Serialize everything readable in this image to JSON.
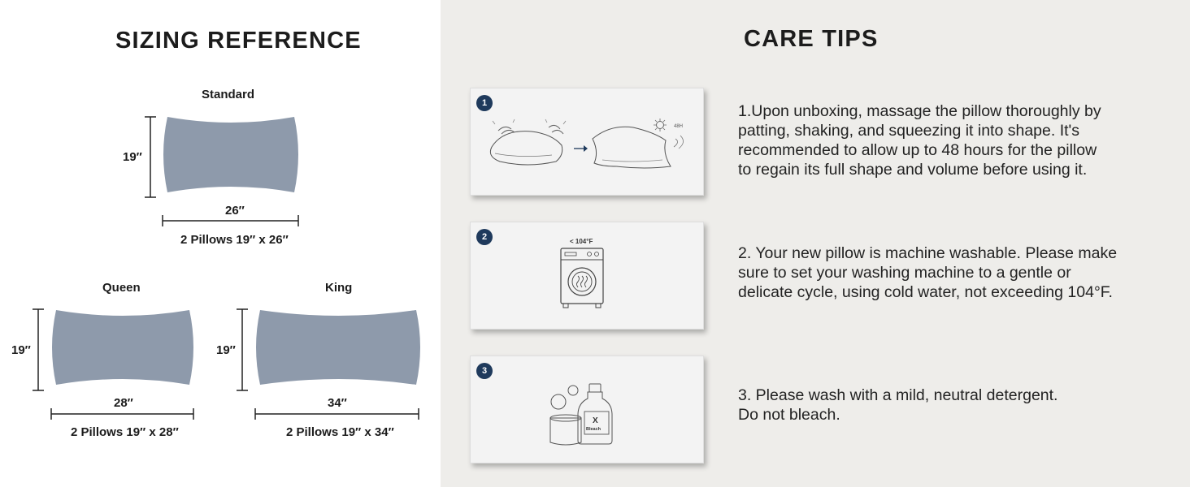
{
  "sizing": {
    "title": "SIZING REFERENCE",
    "standard": {
      "name": "Standard",
      "height_label": "19″",
      "width_label": "26″",
      "caption": "2 Pillows 19″ x 26″"
    },
    "queen": {
      "name": "Queen",
      "height_label": "19″",
      "width_label": "28″",
      "caption": "2 Pillows 19″ x 28″"
    },
    "king": {
      "name": "King",
      "height_label": "19″",
      "width_label": "34″",
      "caption": "2 Pillows 19″ x 34″"
    },
    "pillow_color": "#8e9aab"
  },
  "care": {
    "title": "CARE TIPS",
    "badge_color": "#1f3a5c",
    "steps": [
      {
        "number": "1",
        "annotation": "48H",
        "text_lines": [
          "1.Upon unboxing, massage the pillow thoroughly by",
          "patting, shaking, and squeezing it into shape. It's",
          "recommended to allow up to 48 hours for the pillow",
          "to regain its full shape and volume before using it."
        ]
      },
      {
        "number": "2",
        "annotation": "< 104°F",
        "text_lines": [
          "2. Your new pillow is machine washable. Please make",
          "sure to set your washing machine to a gentle or",
          "delicate cycle, using cold water, not exceeding 104°F."
        ]
      },
      {
        "number": "3",
        "annotation": "Bleach",
        "text_lines": [
          "3. Please wash with a mild, neutral detergent.",
          "Do not bleach."
        ]
      }
    ]
  }
}
